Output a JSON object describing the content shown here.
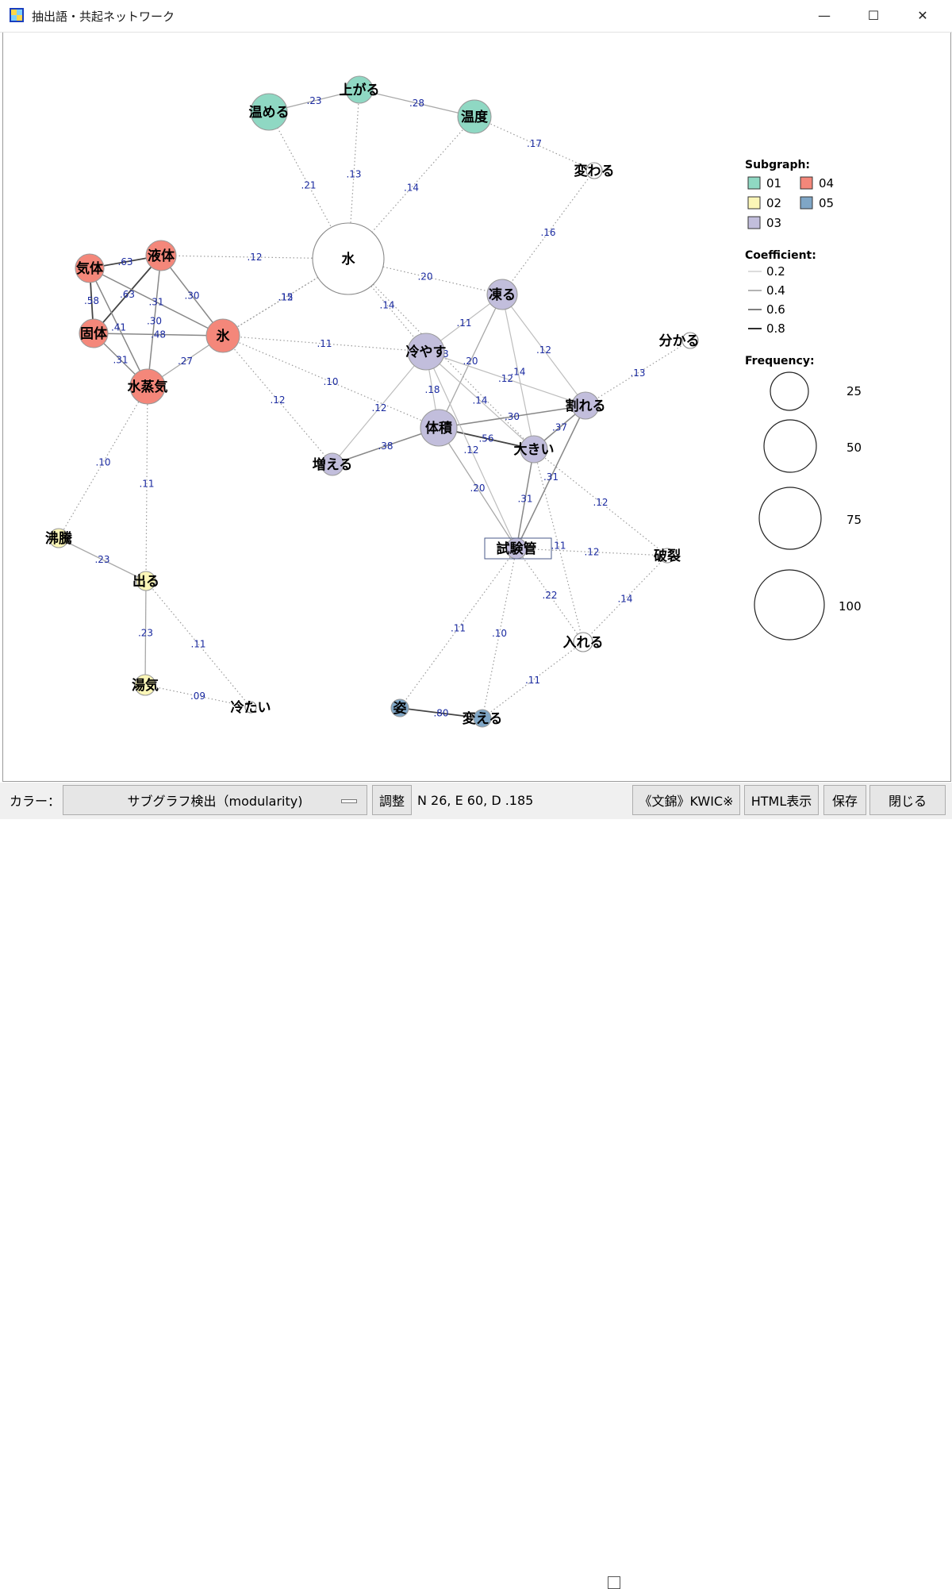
{
  "window": {
    "title": "抽出語・共起ネットワーク",
    "minimize": "—",
    "maximize": "☐",
    "close": "✕"
  },
  "nodes": [
    {
      "id": "n_atatameru",
      "label": "温める",
      "group": "01"
    },
    {
      "id": "n_agaru",
      "label": "上がる",
      "group": "01"
    },
    {
      "id": "n_ondo",
      "label": "温度",
      "group": "01"
    },
    {
      "id": "n_kawaru",
      "label": "変わる",
      "group": "none"
    },
    {
      "id": "n_mizu",
      "label": "水",
      "group": "none"
    },
    {
      "id": "n_kitai",
      "label": "気体",
      "group": "04"
    },
    {
      "id": "n_ekitai",
      "label": "液体",
      "group": "04"
    },
    {
      "id": "n_kotai",
      "label": "固体",
      "group": "04"
    },
    {
      "id": "n_koori",
      "label": "氷",
      "group": "04"
    },
    {
      "id": "n_suijouki",
      "label": "水蒸気",
      "group": "04"
    },
    {
      "id": "n_kooru",
      "label": "凍る",
      "group": "03"
    },
    {
      "id": "n_hiyasu",
      "label": "冷やす",
      "group": "03"
    },
    {
      "id": "n_wakaru",
      "label": "分かる",
      "group": "none"
    },
    {
      "id": "n_wareru",
      "label": "割れる",
      "group": "03"
    },
    {
      "id": "n_taiseki",
      "label": "体積",
      "group": "03"
    },
    {
      "id": "n_ookii",
      "label": "大きい",
      "group": "03"
    },
    {
      "id": "n_fueru",
      "label": "増える",
      "group": "03"
    },
    {
      "id": "n_shikenkan",
      "label": "試験管",
      "group": "03"
    },
    {
      "id": "n_haretsu",
      "label": "破裂",
      "group": "none"
    },
    {
      "id": "n_futtou",
      "label": "沸騰",
      "group": "02"
    },
    {
      "id": "n_deru",
      "label": "出る",
      "group": "02"
    },
    {
      "id": "n_yuge",
      "label": "湯気",
      "group": "02"
    },
    {
      "id": "n_tsumetai",
      "label": "冷たい",
      "group": "none"
    },
    {
      "id": "n_ireru",
      "label": "入れる",
      "group": "none"
    },
    {
      "id": "n_sugata",
      "label": "姿",
      "group": "05"
    },
    {
      "id": "n_kaeru",
      "label": "変える",
      "group": "05"
    }
  ],
  "edges": [
    {
      "from": "n_atatameru",
      "to": "n_agaru",
      "coef": ".23",
      "style": "solid"
    },
    {
      "from": "n_agaru",
      "to": "n_ondo",
      "coef": ".28",
      "style": "solid"
    },
    {
      "from": "n_ondo",
      "to": "n_kawaru",
      "coef": ".17",
      "style": "dotted"
    },
    {
      "from": "n_atatameru",
      "to": "n_mizu",
      "coef": ".21",
      "style": "dotted"
    },
    {
      "from": "n_agaru",
      "to": "n_mizu",
      "coef": ".13",
      "style": "dotted"
    },
    {
      "from": "n_ondo",
      "to": "n_mizu",
      "coef": ".14",
      "style": "dotted"
    },
    {
      "from": "n_kawaru",
      "to": "n_kooru",
      "coef": ".16",
      "style": "dotted"
    },
    {
      "from": "n_ekitai",
      "to": "n_mizu",
      "coef": ".12",
      "style": "dotted"
    },
    {
      "from": "n_mizu",
      "to": "n_kooru",
      "coef": ".20",
      "style": "dotted"
    },
    {
      "from": "n_mizu",
      "to": "n_koori",
      "coef": ".12",
      "style": "dotted"
    },
    {
      "from": "n_mizu",
      "to": "n_hiyasu",
      "coef": ".14",
      "style": "dotted"
    },
    {
      "from": "n_kitai",
      "to": "n_ekitai",
      "coef": ".63",
      "style": "solid"
    },
    {
      "from": "n_kitai",
      "to": "n_kotai",
      "coef": ".58",
      "style": "solid"
    },
    {
      "from": "n_kotai",
      "to": "n_ekitai",
      "coef": ".63",
      "style": "solid"
    },
    {
      "from": "n_kitai",
      "to": "n_koori",
      "coef": ".31",
      "style": "solid"
    },
    {
      "from": "n_ekitai",
      "to": "n_koori",
      "coef": ".30",
      "style": "solid"
    },
    {
      "from": "n_kitai",
      "to": "n_suijouki",
      "coef": ".41",
      "style": "solid"
    },
    {
      "from": "n_ekitai",
      "to": "n_suijouki",
      "coef": ".30",
      "style": "solid"
    },
    {
      "from": "n_kotai",
      "to": "n_koori",
      "coef": ".48",
      "style": "solid"
    },
    {
      "from": "n_kotai",
      "to": "n_suijouki",
      "coef": ".31",
      "style": "solid"
    },
    {
      "from": "n_suijouki",
      "to": "n_koori",
      "coef": ".27",
      "style": "solid"
    },
    {
      "from": "n_koori",
      "to": "n_mizu",
      "coef": ".15",
      "style": "dotted"
    },
    {
      "from": "n_koori",
      "to": "n_hiyasu",
      "coef": ".11",
      "style": "dotted"
    },
    {
      "from": "n_koori",
      "to": "n_taiseki",
      "coef": ".10",
      "style": "dotted"
    },
    {
      "from": "n_koori",
      "to": "n_fueru",
      "coef": ".12",
      "style": "dotted"
    },
    {
      "from": "n_kooru",
      "to": "n_hiyasu",
      "coef": ".11",
      "style": "solid"
    },
    {
      "from": "n_kooru",
      "to": "n_wareru",
      "coef": ".12",
      "style": "solid"
    },
    {
      "from": "n_kooru",
      "to": "n_taiseki",
      "coef": ".20",
      "style": "solid"
    },
    {
      "from": "n_kooru",
      "to": "n_ookii",
      "coef": ".14",
      "style": "solid"
    },
    {
      "from": "n_mizu",
      "to": "n_ookii",
      "coef": ".18",
      "style": "dotted"
    },
    {
      "from": "n_hiyasu",
      "to": "n_ookii",
      "coef": ".14",
      "style": "solid"
    },
    {
      "from": "n_hiyasu",
      "to": "n_fueru",
      "coef": ".12",
      "style": "solid"
    },
    {
      "from": "n_hiyasu",
      "to": "n_taiseki",
      "coef": ".18",
      "style": "solid"
    },
    {
      "from": "n_hiyasu",
      "to": "n_wareru",
      "coef": ".12",
      "style": "solid"
    },
    {
      "from": "n_wakaru",
      "to": "n_wareru",
      "coef": ".13",
      "style": "dotted"
    },
    {
      "from": "n_taiseki",
      "to": "n_wareru",
      "coef": ".30",
      "style": "solid"
    },
    {
      "from": "n_ookii",
      "to": "n_wareru",
      "coef": ".37",
      "style": "solid"
    },
    {
      "from": "n_taiseki",
      "to": "n_ookii",
      "coef": ".56",
      "style": "solid"
    },
    {
      "from": "n_taiseki",
      "to": "n_fueru",
      "coef": ".38",
      "style": "solid"
    },
    {
      "from": "n_taiseki",
      "to": "n_shikenkan",
      "coef": ".20",
      "style": "solid"
    },
    {
      "from": "n_hiyasu",
      "to": "n_shikenkan",
      "coef": ".12",
      "style": "solid"
    },
    {
      "from": "n_ookii",
      "to": "n_shikenkan",
      "coef": ".31",
      "style": "solid"
    },
    {
      "from": "n_wareru",
      "to": "n_shikenkan",
      "coef": ".31",
      "style": "solid"
    },
    {
      "from": "n_ookii",
      "to": "n_haretsu",
      "coef": ".12",
      "style": "dotted"
    },
    {
      "from": "n_shikenkan",
      "to": "n_haretsu",
      "coef": ".12",
      "style": "dotted"
    },
    {
      "from": "n_shikenkan",
      "to": "n_ireru",
      "coef": ".22",
      "style": "dotted"
    },
    {
      "from": "n_ookii",
      "to": "n_ireru",
      "coef": ".11",
      "style": "dotted"
    },
    {
      "from": "n_haretsu",
      "to": "n_ireru",
      "coef": ".14",
      "style": "dotted"
    },
    {
      "from": "n_shikenkan",
      "to": "n_sugata",
      "coef": ".11",
      "style": "dotted"
    },
    {
      "from": "n_shikenkan",
      "to": "n_kaeru",
      "coef": ".10",
      "style": "dotted"
    },
    {
      "from": "n_ireru",
      "to": "n_kaeru",
      "coef": ".11",
      "style": "dotted"
    },
    {
      "from": "n_sugata",
      "to": "n_kaeru",
      "coef": ".80",
      "style": "solid"
    },
    {
      "from": "n_suijouki",
      "to": "n_futtou",
      "coef": ".10",
      "style": "dotted"
    },
    {
      "from": "n_suijouki",
      "to": "n_deru",
      "coef": ".11",
      "style": "dotted"
    },
    {
      "from": "n_futtou",
      "to": "n_deru",
      "coef": ".23",
      "style": "solid"
    },
    {
      "from": "n_deru",
      "to": "n_yuge",
      "coef": ".23",
      "style": "solid"
    },
    {
      "from": "n_deru",
      "to": "n_tsumetai",
      "coef": ".11",
      "style": "dotted"
    },
    {
      "from": "n_yuge",
      "to": "n_tsumetai",
      "coef": ".09",
      "style": "dotted"
    }
  ],
  "legend": {
    "subgraph_title": "Subgraph:",
    "subgraph_items": [
      {
        "label": "01",
        "color": "#8fd8c3"
      },
      {
        "label": "04",
        "color": "#f4877a"
      },
      {
        "label": "02",
        "color": "#fbf6b7"
      },
      {
        "label": "05",
        "color": "#7fa6c6"
      },
      {
        "label": "03",
        "color": "#c2bedc"
      }
    ],
    "coef_title": "Coefficient:",
    "coef_items": [
      "0.2",
      "0.4",
      "0.6",
      "0.8"
    ],
    "freq_title": "Frequency:",
    "freq_items": [
      "25",
      "50",
      "75",
      "100"
    ]
  },
  "colors": {
    "01": "#8fd8c3",
    "02": "#fbf6b7",
    "03": "#c2bedc",
    "04": "#f4877a",
    "05": "#7fa6c6",
    "none": "#ffffff",
    "edge_label": "#1a2aa0"
  },
  "toolbar": {
    "color_label": "カラー：",
    "color_select": "サブグラフ検出（modularity)",
    "adjust_button": "調整",
    "stats": "N 26, E 60, D .185",
    "kwic_button": "《文錦》KWIC※",
    "html_button": "HTML表示",
    "save_button": "保存",
    "close_button": "閉じる"
  }
}
